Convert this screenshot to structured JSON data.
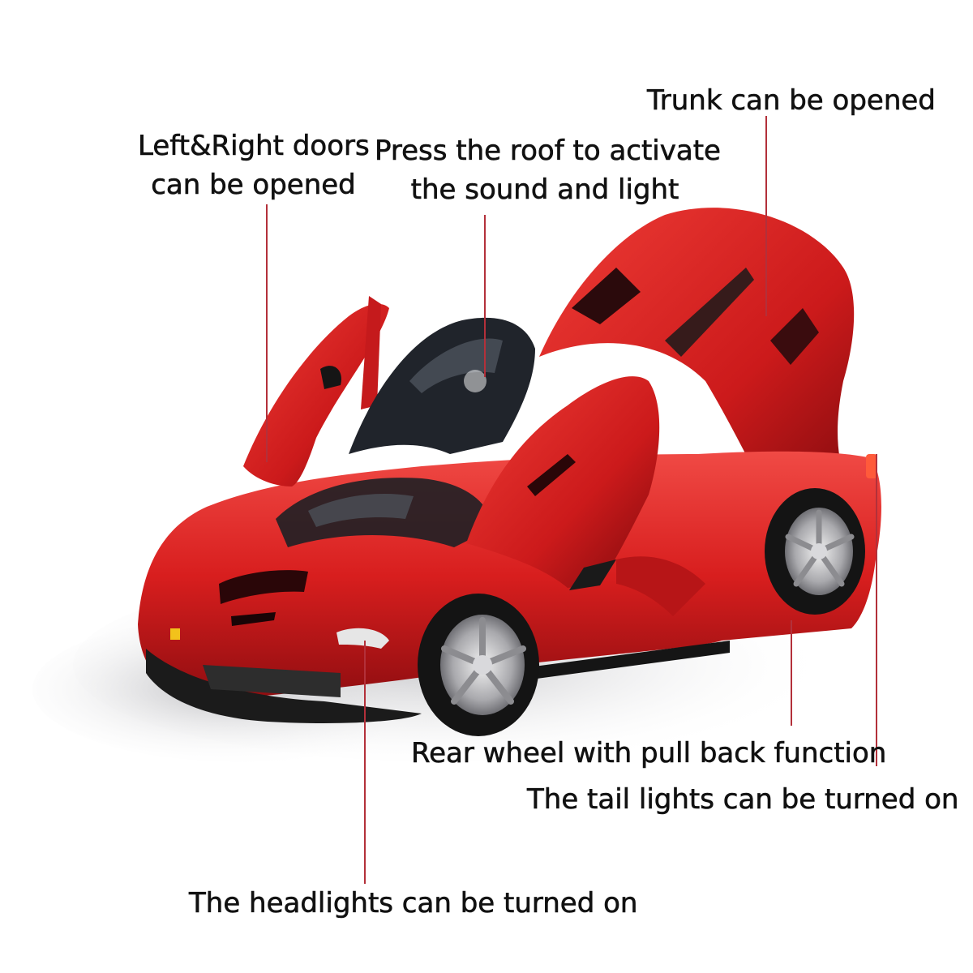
{
  "callouts": {
    "trunk": "Trunk can be opened",
    "doors_line1": "Left&Right doors",
    "doors_line2": "can be opened",
    "roof_line1": "Press the roof to activate",
    "roof_line2": "the sound and light",
    "rear_wheel": "Rear wheel with pull back function",
    "tail_lights": "The tail lights can be turned on",
    "headlights": "The headlights can be turned on"
  },
  "colors": {
    "body_red": "#d81e1e",
    "body_shadow": "#8e0d10",
    "leader_line": "#b3303a",
    "text": "#111111"
  }
}
